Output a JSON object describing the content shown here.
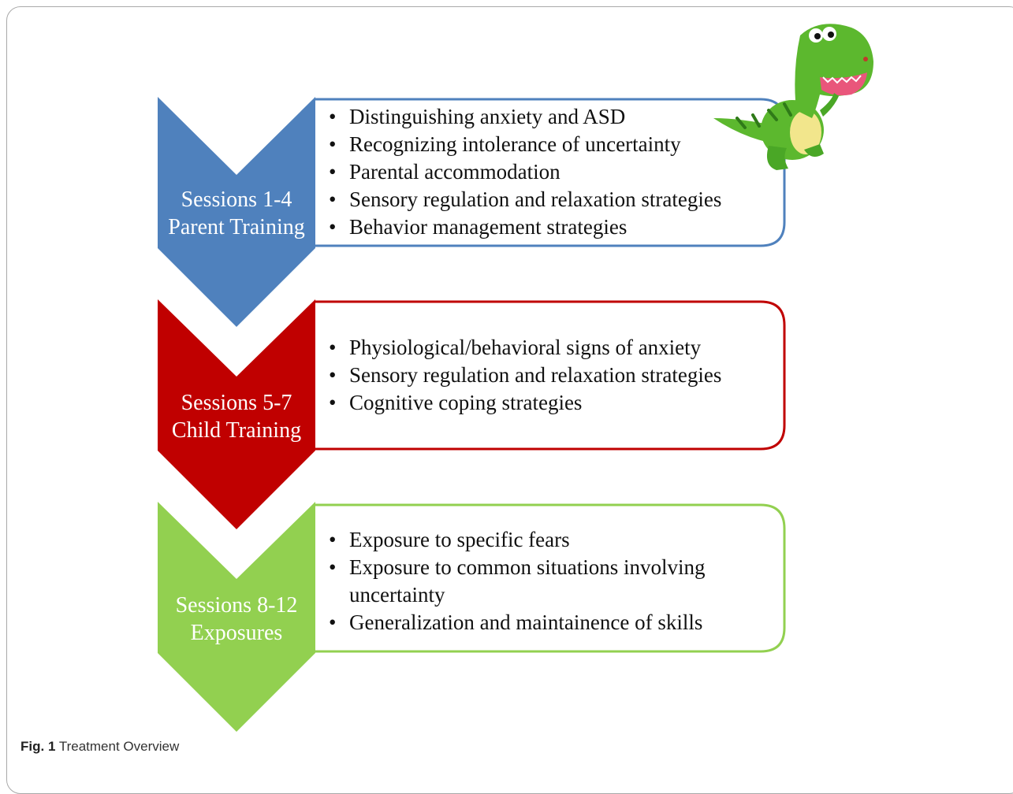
{
  "figure": {
    "caption_label": "Fig. 1",
    "caption_text": "Treatment Overview"
  },
  "stages": [
    {
      "id": "parent",
      "color": "#4f81bd",
      "label_line1": "Sessions 1-4",
      "label_line2": "Parent Training",
      "items": [
        "Distinguishing anxiety and ASD",
        "Recognizing intolerance of uncertainty",
        "Parental accommodation",
        "Sensory regulation and relaxation strategies",
        "Behavior management strategies"
      ]
    },
    {
      "id": "child",
      "color": "#c00000",
      "label_line1": "Sessions 5-7",
      "label_line2": "Child Training",
      "items": [
        "Physiological/behavioral signs of anxiety",
        "Sensory regulation and relaxation strategies",
        "Cognitive coping strategies"
      ]
    },
    {
      "id": "exposures",
      "color": "#92d050",
      "label_line1": "Sessions 8-12",
      "label_line2": "Exposures",
      "items": [
        "Exposure to specific fears",
        "Exposure to common situations involving uncertainty",
        "Generalization and maintainence of skills"
      ]
    }
  ],
  "mascot": {
    "icon": "dinosaur-icon",
    "body_color": "#5cb82e"
  }
}
